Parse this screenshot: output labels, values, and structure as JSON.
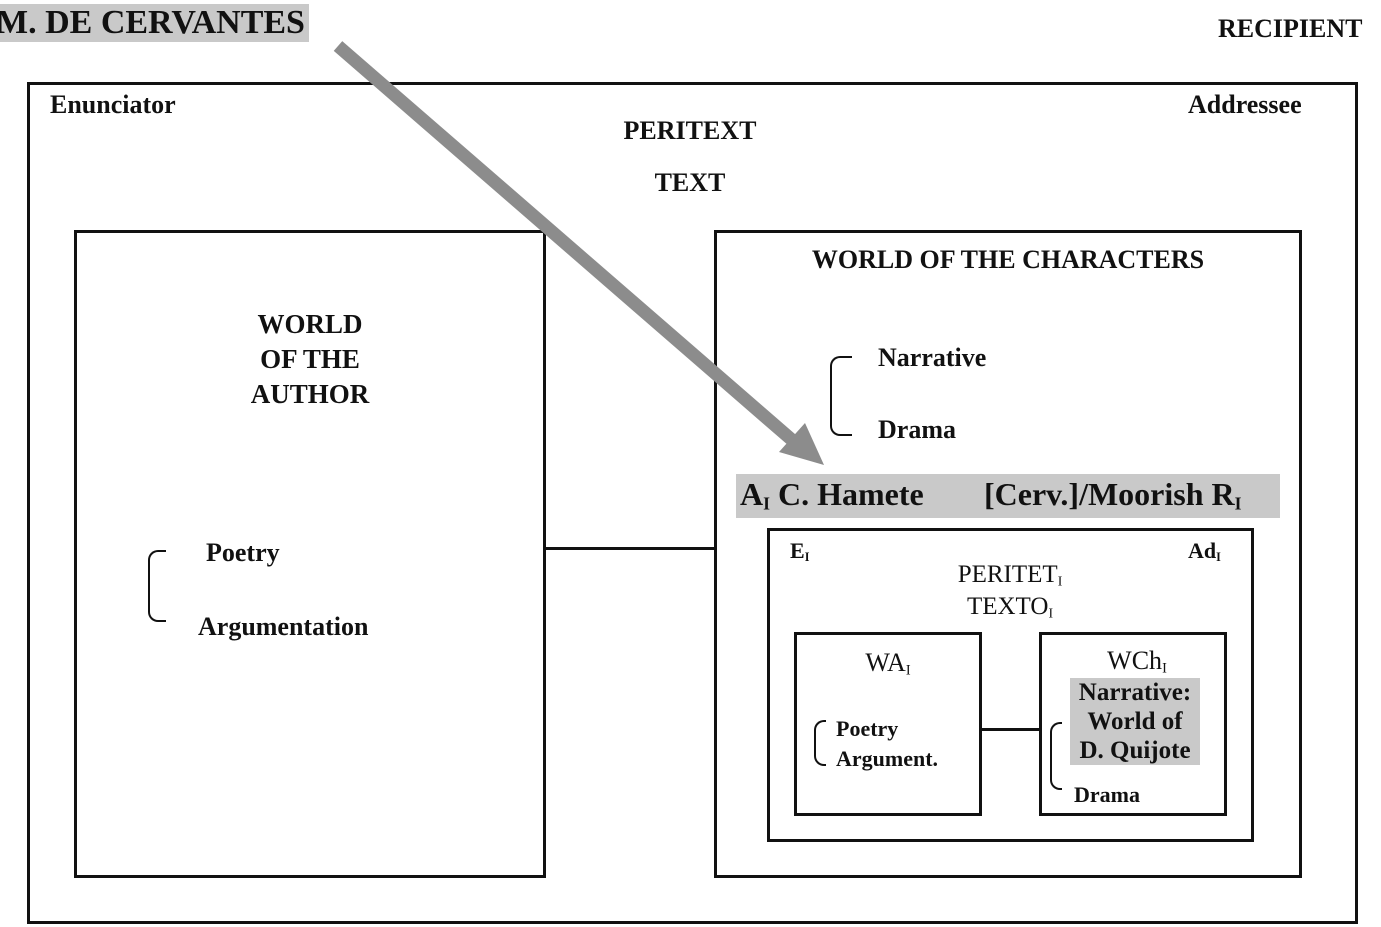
{
  "top": {
    "author_label": "M. DE CERVANTES",
    "recipient_label": "RECIPIENT"
  },
  "outer": {
    "enunciator": "Enunciator",
    "addressee": "Addressee",
    "peritext": "PERITEXT",
    "text": "TEXT"
  },
  "world_author": {
    "title_lines": [
      "WORLD",
      "OF THE",
      "AUTHOR"
    ],
    "genres": [
      "Poetry",
      "Argumentation"
    ]
  },
  "world_characters": {
    "title": "WORLD OF THE CHARACTERS",
    "genres": [
      "Narrative",
      "Drama"
    ]
  },
  "hamete_bar": {
    "a_main": "A",
    "a_sub": "I",
    "a_rest": " C. Hamete",
    "r_main": "[Cerv.]/Moorish R",
    "r_sub": "I"
  },
  "inner": {
    "e_main": "E",
    "e_sub": "I",
    "ad_main": "Ad",
    "ad_sub": "I",
    "peritet_main": "PERITET",
    "peritet_sub": "I",
    "texto_main": "TEXTO",
    "texto_sub": "I"
  },
  "wa": {
    "title_main": "WA",
    "title_sub": "I",
    "genres": [
      "Poetry",
      "Argument."
    ]
  },
  "wch": {
    "title_main": "WCh",
    "title_sub": "I",
    "highlight_lines": [
      "Narrative:",
      "World of",
      "D. Quijote"
    ],
    "drama": "Drama"
  },
  "colors": {
    "arrow": "#8c8c8c",
    "highlight": "#c9c9c9",
    "line": "#111111"
  }
}
